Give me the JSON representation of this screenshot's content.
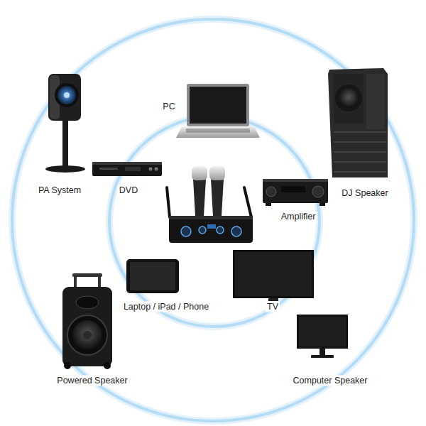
{
  "diagram": {
    "labels": [
      "PC",
      "PA System",
      "DVD",
      "DJ Speaker",
      "Amplifier",
      "Laptop / iPad / Phone",
      "TV",
      "Powered Speaker",
      "Computer Speaker"
    ]
  }
}
